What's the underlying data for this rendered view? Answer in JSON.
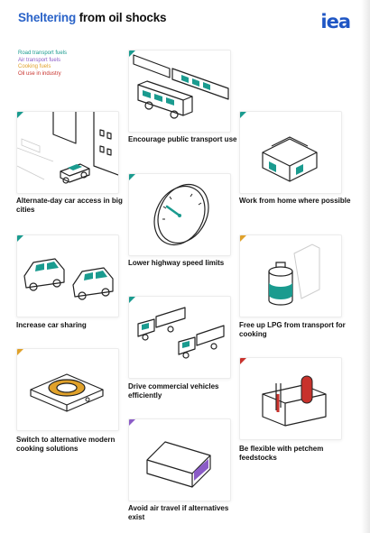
{
  "header": {
    "title_accent": "Sheltering",
    "title_rest": " from oil shocks",
    "logo": "iea"
  },
  "legend": [
    {
      "label": "Road transport fuels",
      "color": "#1a9b8f"
    },
    {
      "label": "Air transport fuels",
      "color": "#8b5cc7"
    },
    {
      "label": "Cooking fuels",
      "color": "#e0a12a"
    },
    {
      "label": "Oil use in industry",
      "color": "#c8322c"
    }
  ],
  "measures": [
    {
      "label": "Encourage public transport use"
    },
    {
      "label": "Alternate-day car access in big cities"
    },
    {
      "label": "Work from home where possible"
    },
    {
      "label": "Lower highway speed limits"
    },
    {
      "label": "Increase car sharing"
    },
    {
      "label": "Free up LPG from transport for cooking"
    },
    {
      "label": "Drive commercial vehicles efficiently"
    },
    {
      "label": "Switch to alternative modern cooking solutions"
    },
    {
      "label": "Be flexible with petchem feedstocks"
    },
    {
      "label": "Avoid air travel if alternatives exist"
    }
  ]
}
